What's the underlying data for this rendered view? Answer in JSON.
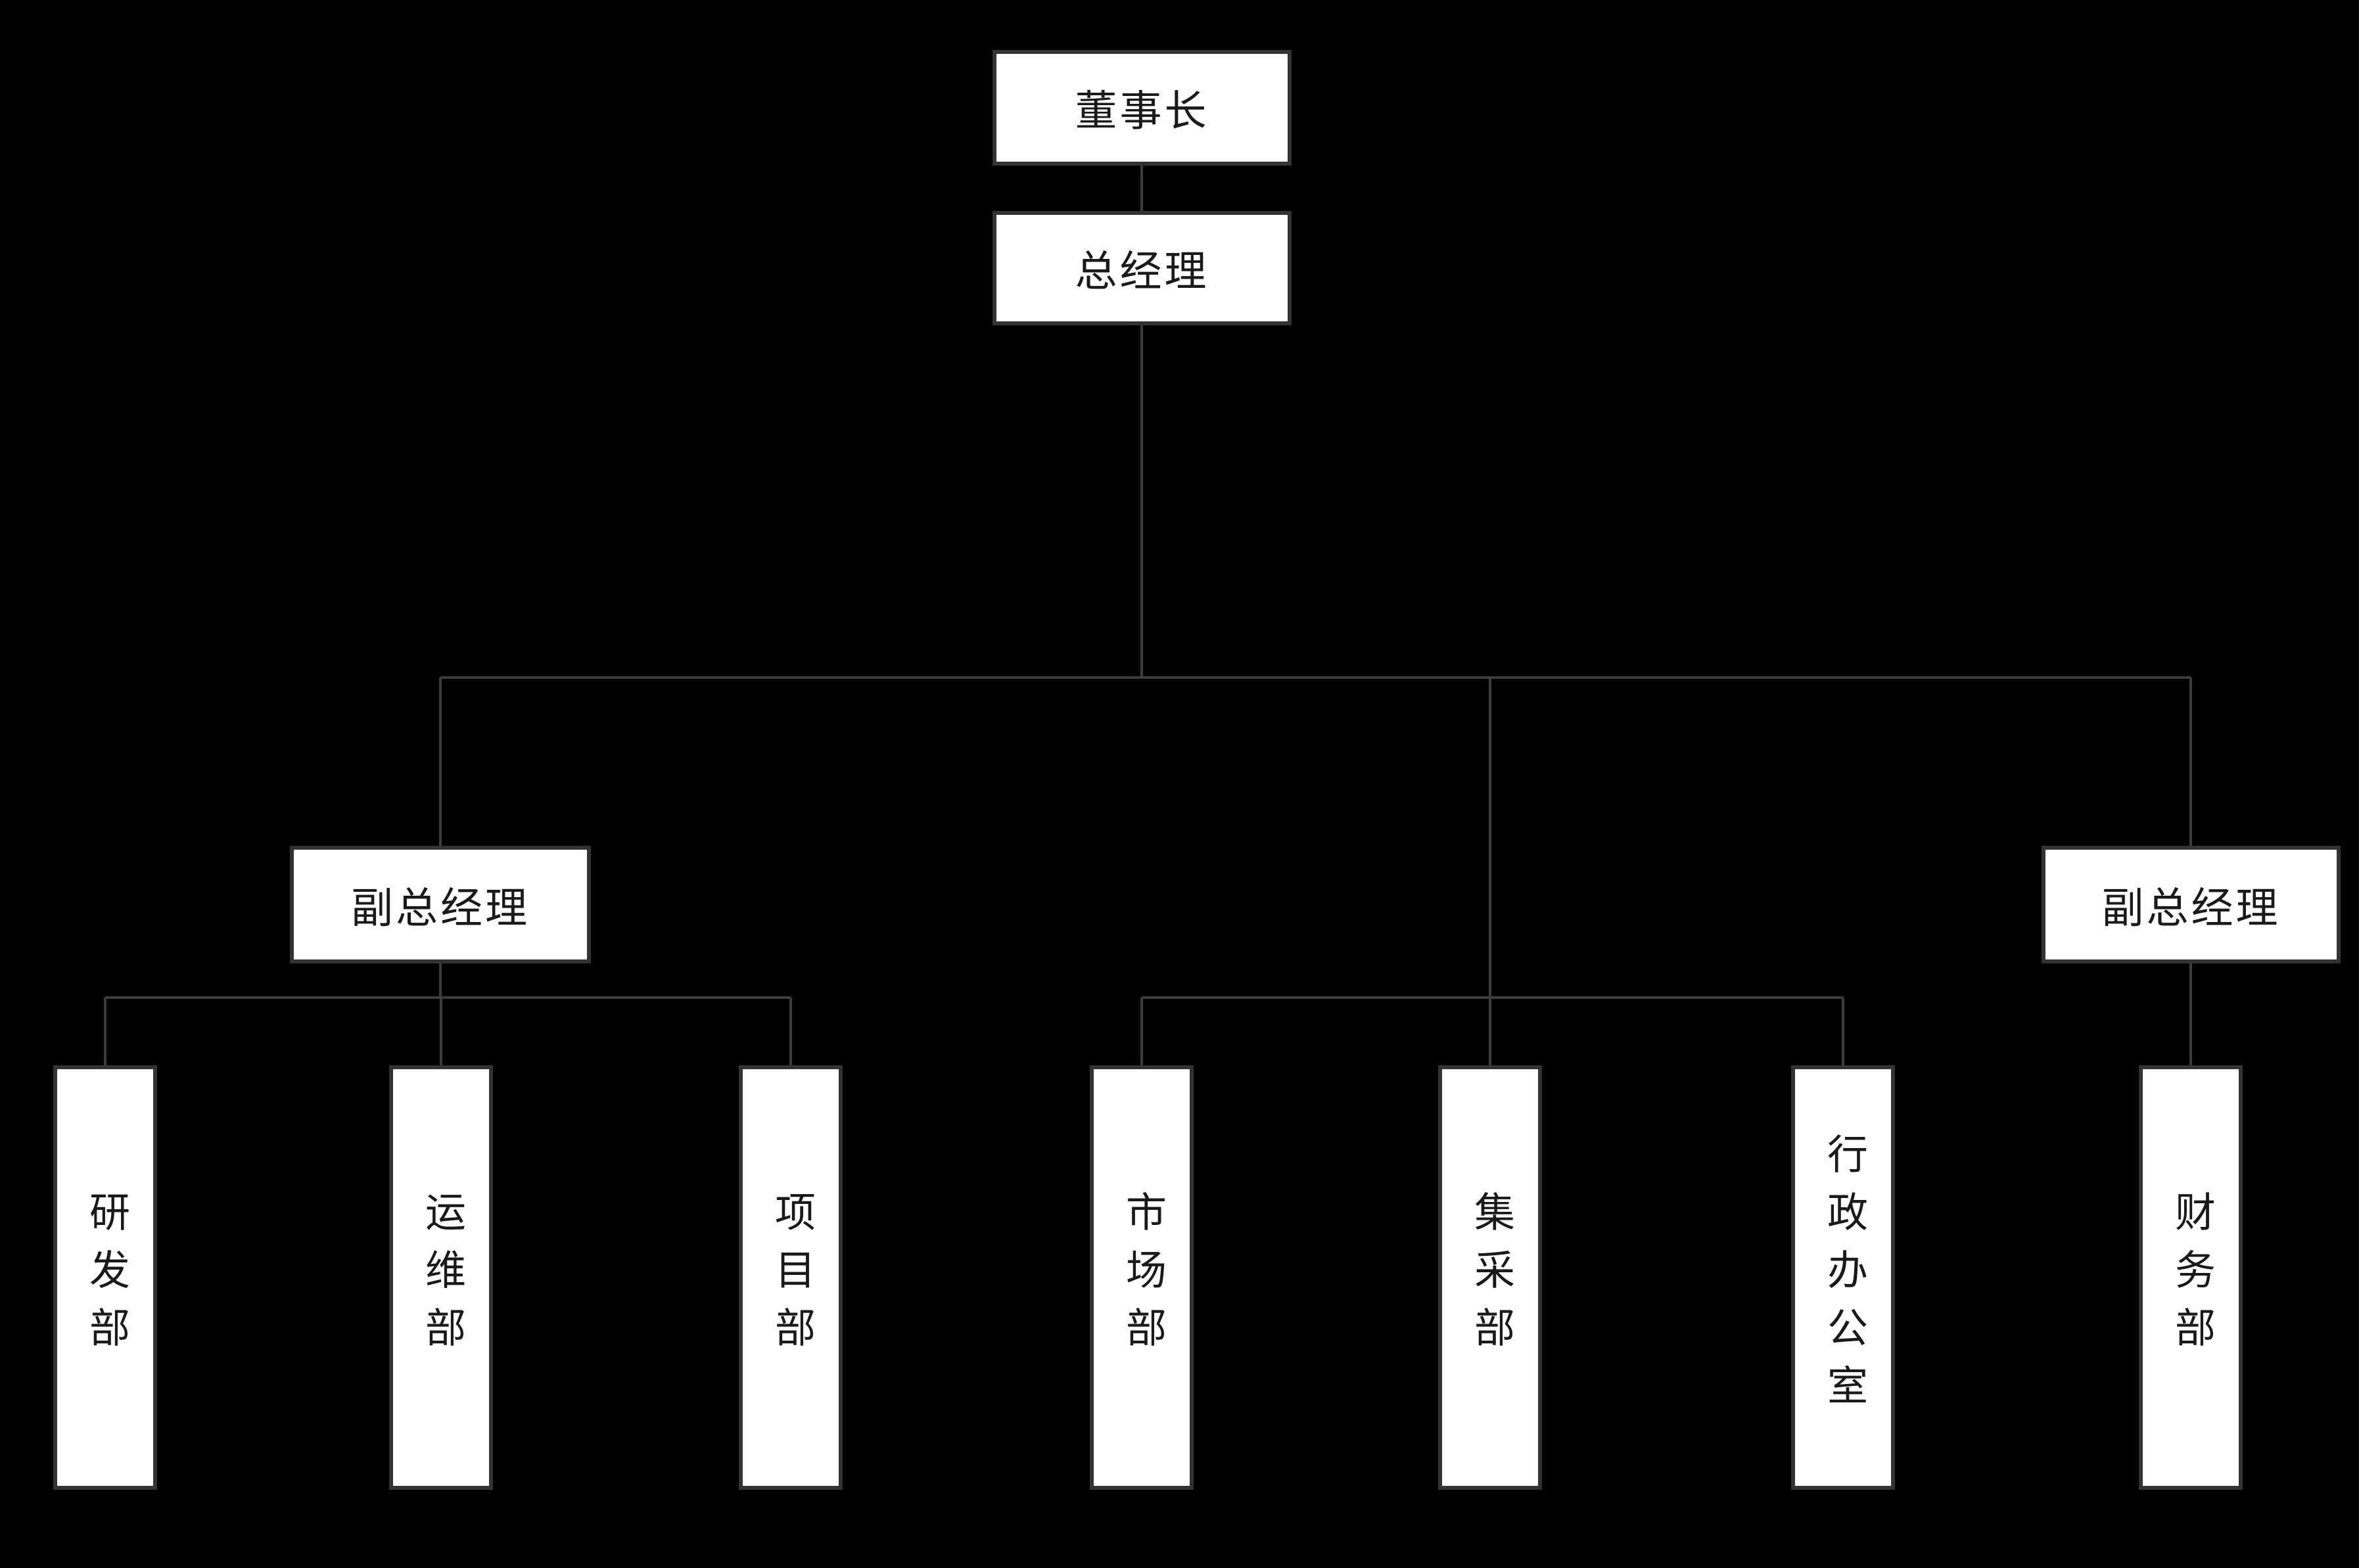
{
  "diagram": {
    "type": "org-chart",
    "colors": {
      "background": "#000000",
      "box_fill": "#ffffff",
      "box_border": "#333333",
      "connector": "#3c3c3c",
      "text": "#1a1a1a"
    },
    "nodes": {
      "chairman": {
        "label": "董事长"
      },
      "general_manager": {
        "label": "总经理"
      },
      "deputy_gm_left": {
        "label": "副总经理"
      },
      "deputy_gm_right": {
        "label": "副总经理"
      },
      "rd_dept": {
        "label": "研发部"
      },
      "ops_dept": {
        "label": "运维部"
      },
      "project_dept": {
        "label": "项目部"
      },
      "marketing_dept": {
        "label": "市场部"
      },
      "procurement_dept": {
        "label": "集采部"
      },
      "admin_office": {
        "label": "行政办公室"
      },
      "finance_dept": {
        "label": "财务部"
      }
    },
    "edges": [
      {
        "from": "chairman",
        "to": "general_manager"
      },
      {
        "from": "general_manager",
        "to": "deputy_gm_left"
      },
      {
        "from": "general_manager",
        "to": "marketing_dept"
      },
      {
        "from": "general_manager",
        "to": "procurement_dept"
      },
      {
        "from": "general_manager",
        "to": "admin_office"
      },
      {
        "from": "general_manager",
        "to": "deputy_gm_right"
      },
      {
        "from": "deputy_gm_left",
        "to": "rd_dept"
      },
      {
        "from": "deputy_gm_left",
        "to": "ops_dept"
      },
      {
        "from": "deputy_gm_left",
        "to": "project_dept"
      },
      {
        "from": "deputy_gm_right",
        "to": "finance_dept"
      }
    ]
  }
}
